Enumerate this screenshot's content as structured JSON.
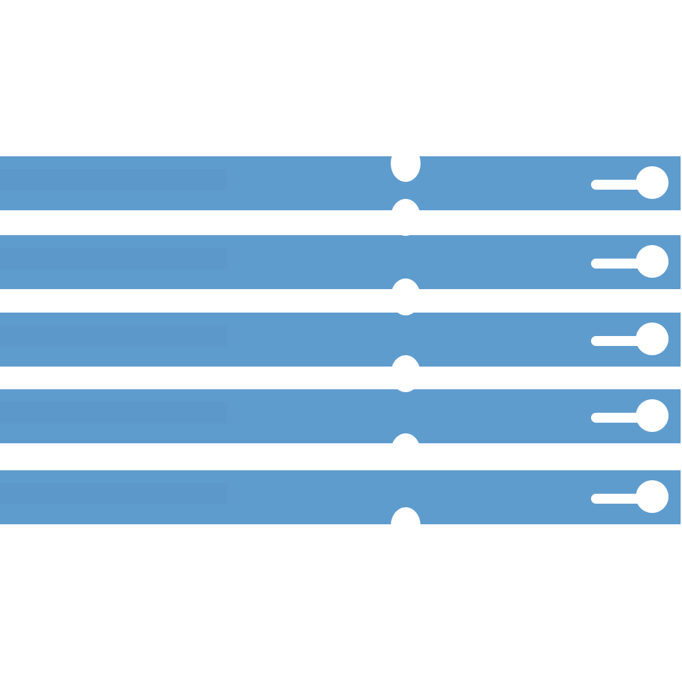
{
  "image": {
    "background": "#ffffff",
    "tag_color": "#5f9cce",
    "tag_color_shade": "#5891c4",
    "cutout_color": "#ffffff",
    "tag_count": 5,
    "tags": [
      {
        "index": 1,
        "name": "tag-strip-1"
      },
      {
        "index": 2,
        "name": "tag-strip-2"
      },
      {
        "index": 3,
        "name": "tag-strip-3"
      },
      {
        "index": 4,
        "name": "tag-strip-4"
      },
      {
        "index": 5,
        "name": "tag-strip-5"
      }
    ]
  }
}
